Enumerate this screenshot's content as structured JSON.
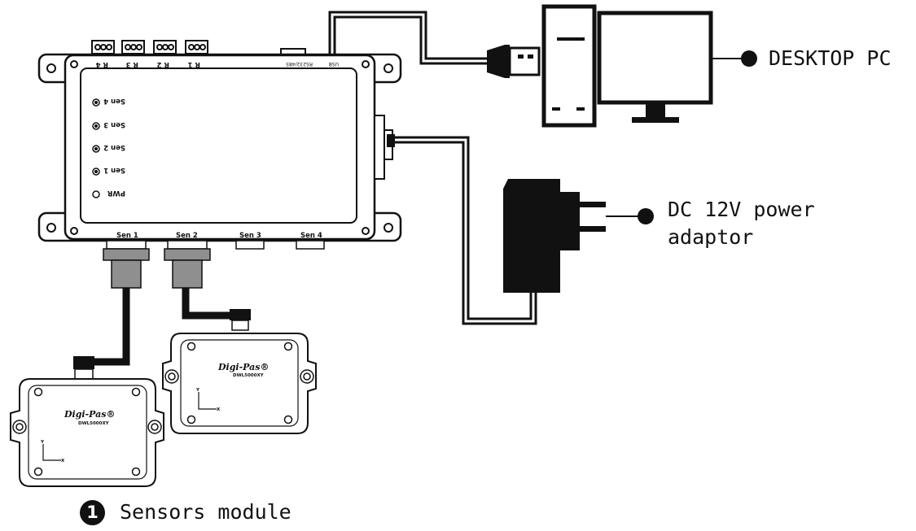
{
  "callouts": {
    "desktop_pc": "DESKTOP PC",
    "power_line1": "DC 12V power",
    "power_line2": "adaptor",
    "sensors_number": "1",
    "sensors_label": "Sensors module"
  },
  "controller": {
    "relay_labels": [
      "R 4",
      "R 3",
      "R 2",
      "R 1"
    ],
    "top_port_labels": [
      "RS232/485",
      "USB"
    ],
    "indicators": [
      "Sen 4",
      "Sen 3",
      "Sen 2",
      "Sen 1"
    ],
    "power_indicator": "PWR",
    "bottom_ports": [
      "Sen 1",
      "Sen 2",
      "Sen 3",
      "Sen 4"
    ]
  },
  "sensor_module": {
    "brand": "Digi-Pas®",
    "model": "DWL5000XY",
    "axis_y": "Y",
    "axis_x": "X"
  }
}
